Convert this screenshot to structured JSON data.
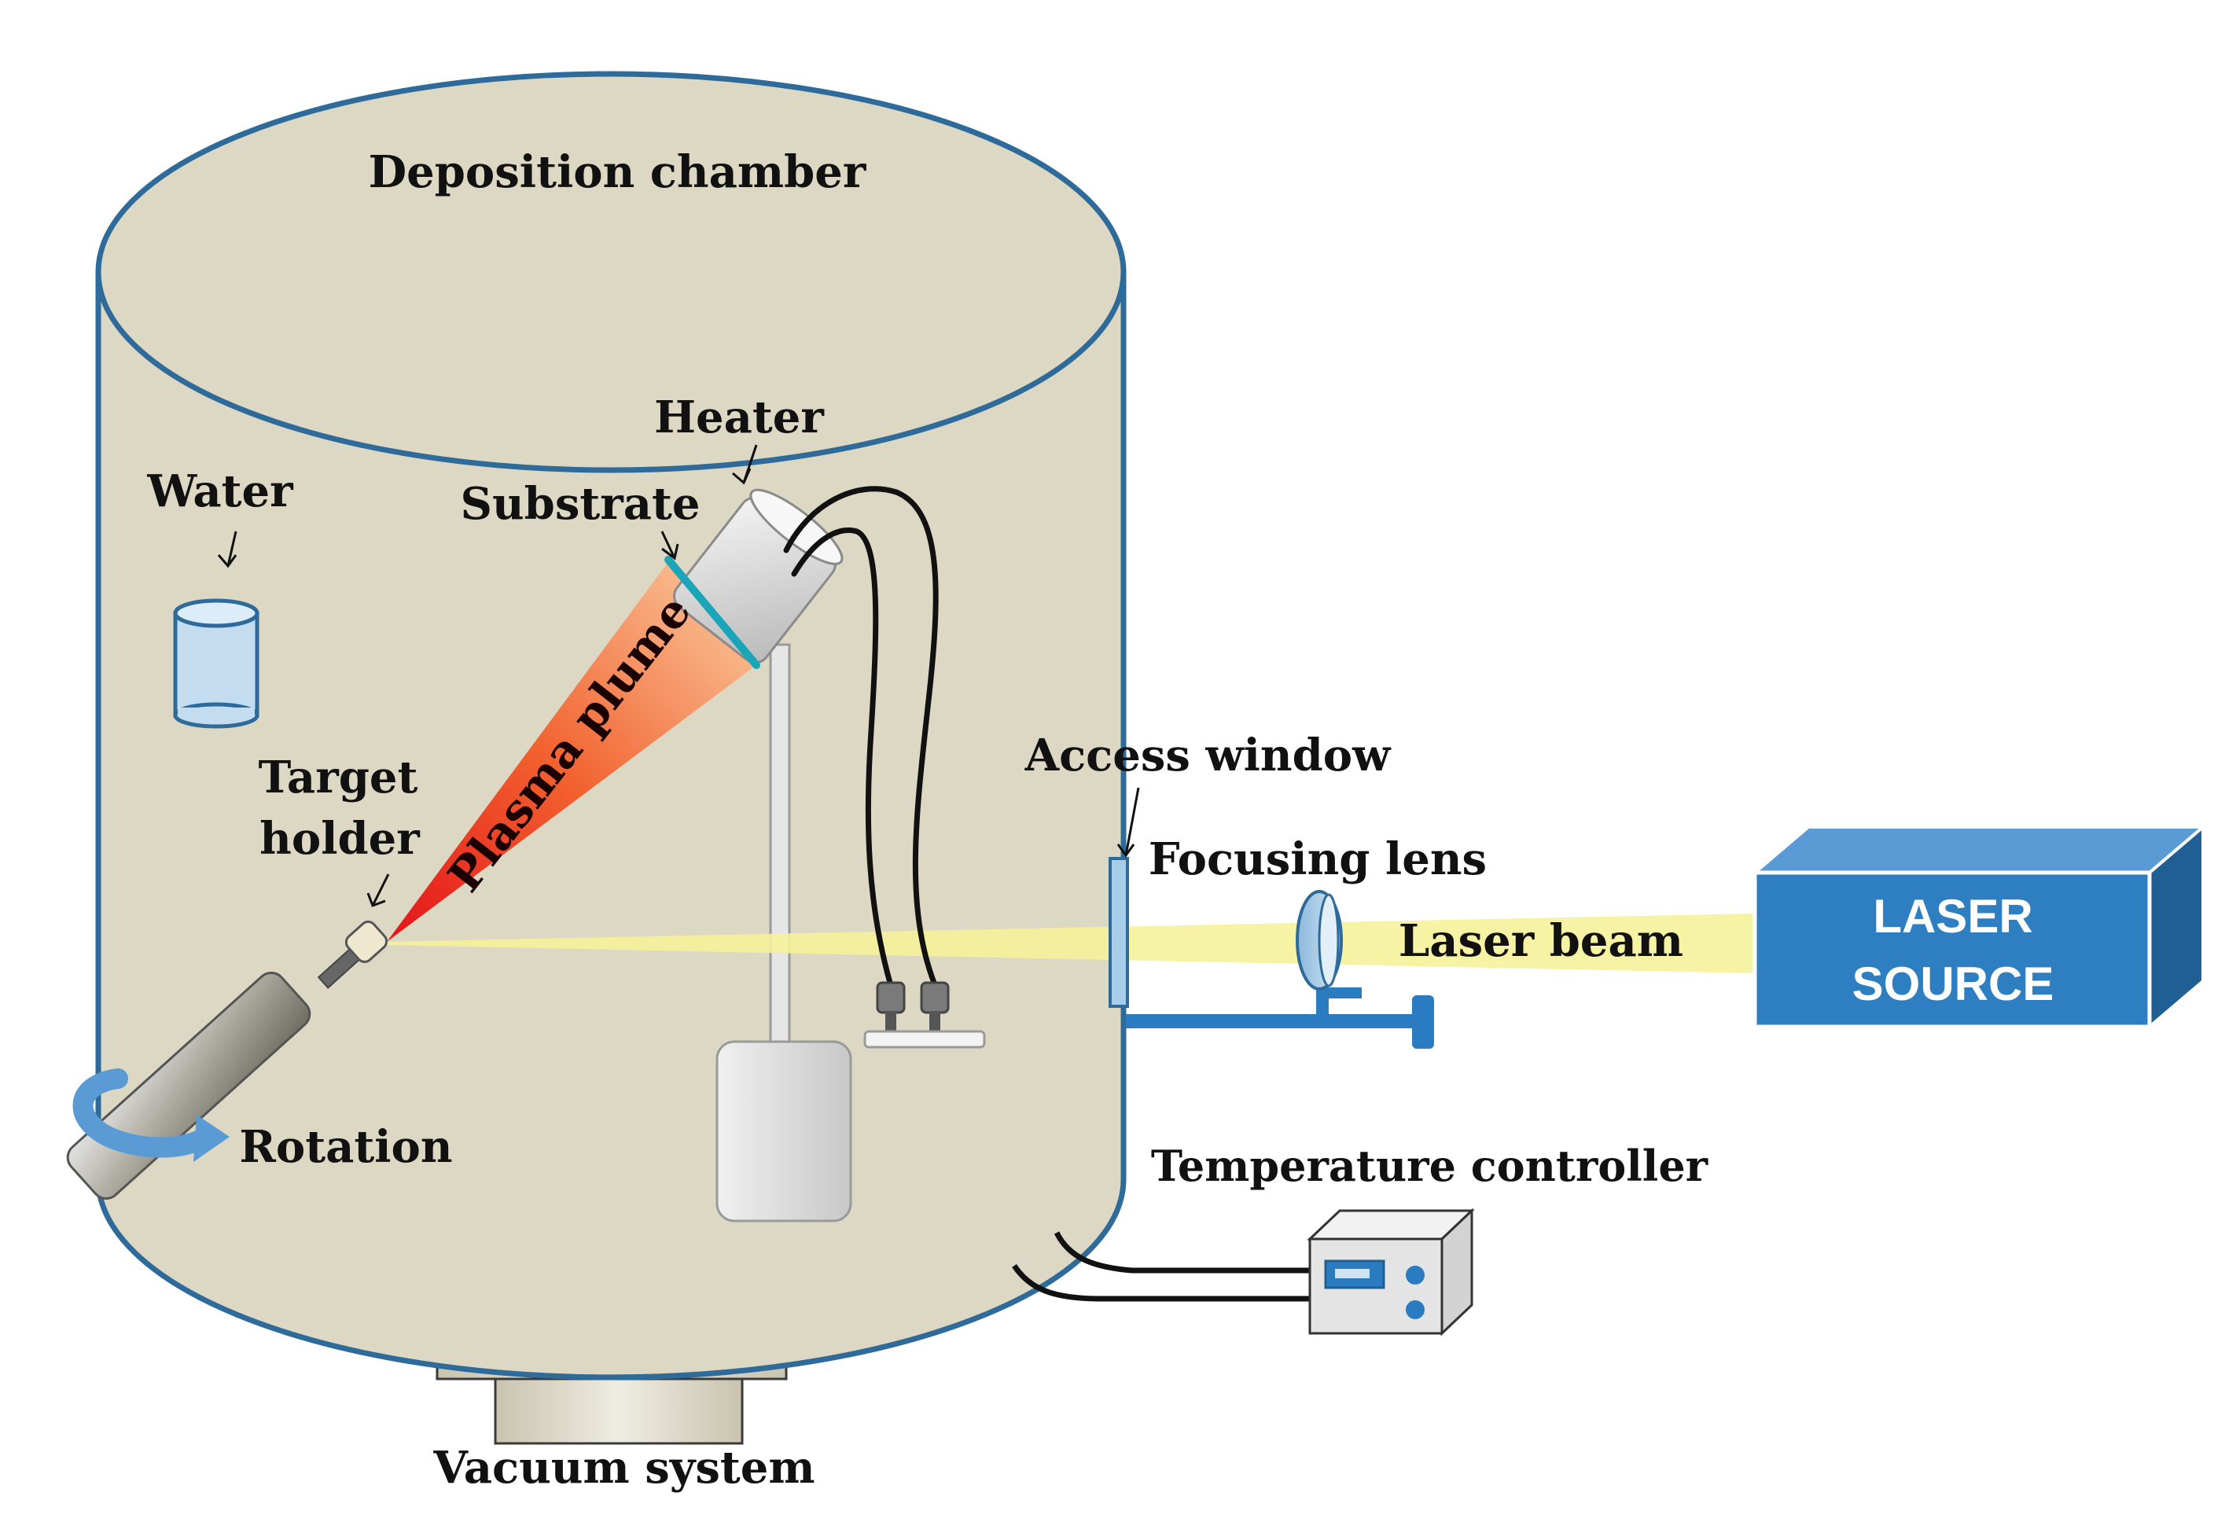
{
  "labels": {
    "deposition_chamber": "Deposition chamber",
    "heater": "Heater",
    "water": "Water",
    "substrate": "Substrate",
    "plasma_plume": "Plasma plume",
    "target_holder_line1": "Target",
    "target_holder_line2": "holder",
    "rotation": "Rotation",
    "access_window": "Access window",
    "focusing_lens": "Focusing lens",
    "laser_beam": "Laser beam",
    "laser_source_line1": "LASER",
    "laser_source_line2": "SOURCE",
    "temperature_controller": "Temperature controller",
    "vacuum_system": "Vacuum system"
  },
  "colors": {
    "chamber_fill": "#ddd8c4",
    "chamber_outline": "#2e6a9a",
    "laser_box_front": "#2d7fc1",
    "laser_box_top": "#5a9bd5",
    "laser_box_side": "#1f5f94",
    "laser_beam": "#f6f29a",
    "plume_hot": "#e8161a",
    "plume_cool": "#f9c79a",
    "substrate_line": "#1aa5b8",
    "rail": "#2a7bbf"
  }
}
